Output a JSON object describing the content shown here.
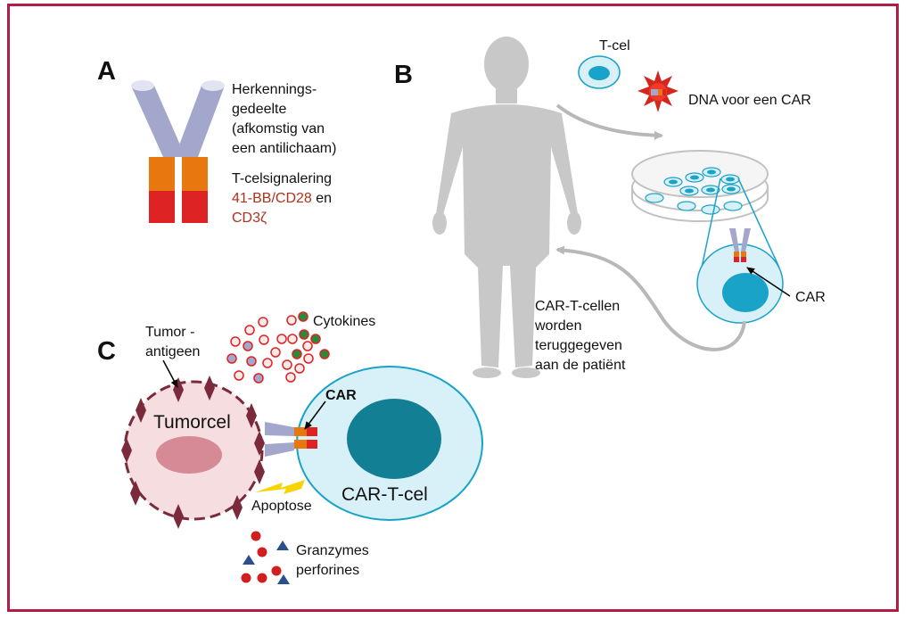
{
  "panels": {
    "a": "A",
    "b": "B",
    "c": "C"
  },
  "panel_a": {
    "recognition_label": "Herkennings-\ngedeelte\n(afkomstig van\neen antilichaam)",
    "signaling_title": "T-celsignalering",
    "signaling_domain1": "41-BB/CD28",
    "signaling_and": " en",
    "signaling_domain2": "CD3ζ"
  },
  "panel_b": {
    "tcell_label": "T-cel",
    "dna_label": "DNA voor een CAR",
    "car_label": "CAR",
    "return_label": "CAR-T-cellen\nworden\nteruggegeven\naan de patiënt"
  },
  "panel_c": {
    "tumor_antigen_label": "Tumor -\nantigeen",
    "cytokines_label": "Cytokines",
    "car_label": "CAR",
    "tumorcel_label": "Tumorcel",
    "cart_label": "CAR-T-cel",
    "apoptose_label": "Apoptose",
    "granzymes_label": "Granzymes\nperforines"
  },
  "colors": {
    "frame": "#b01e45",
    "antibody": "#a3a7cc",
    "costim_domain": "#e8770f",
    "cd3_domain": "#dd2323",
    "body": "#c8c8c8",
    "tcell_fill": "#d8f0f8",
    "tcell_nucleus": "#1aa3c8",
    "tumor_fill": "#f5dde0",
    "tumor_border": "#7a2a3a",
    "antigen": "#7a2a3a",
    "cart_nucleus": "#137f95",
    "cytokine_green": "#2a8a3a",
    "granzyme_red": "#d01f1f",
    "perforin_blue": "#2a4e8e",
    "apoptosis": "#f5d400"
  }
}
